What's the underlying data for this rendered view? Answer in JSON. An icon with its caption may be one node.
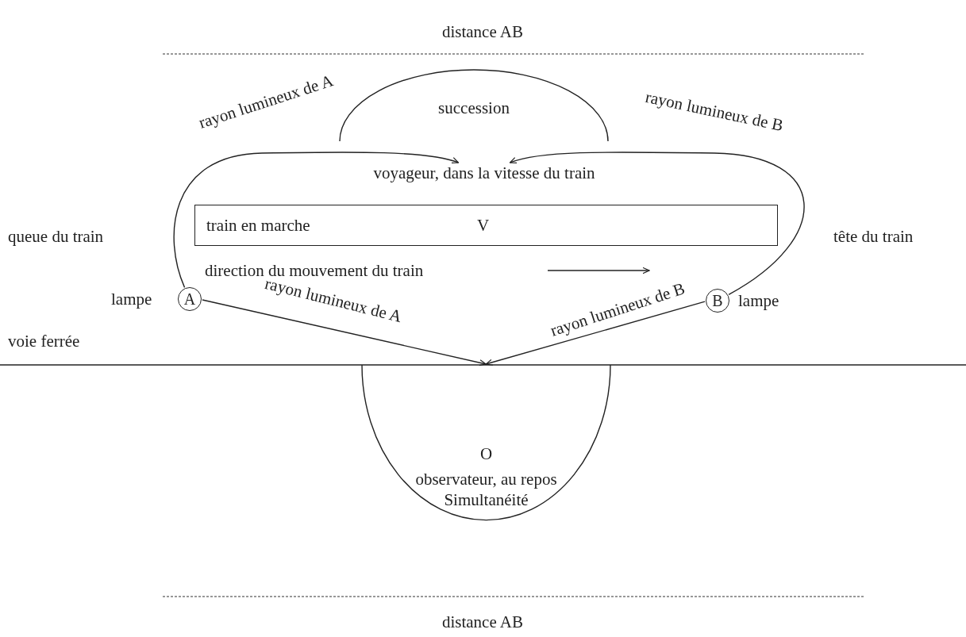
{
  "diagram": {
    "nodes": [
      {
        "text": [
          "A"
        ],
        "beside": [
          "lampe"
        ]
      },
      {
        "text": [
          "B"
        ],
        "beside": [
          "lampe"
        ]
      },
      {
        "text": [
          "voyageur, dans la vitesse du train"
        ]
      },
      {
        "text": [
          "O",
          "observateur, au repos",
          "Simultanéité"
        ]
      },
      {
        "text": [
          "succession"
        ]
      },
      {
        "text": [
          "train en marche",
          "V"
        ]
      }
    ],
    "edges": [
      {
        "from": 0,
        "to": 2,
        "arrow": "to",
        "label": "rayon lumineux de A"
      },
      {
        "from": 1,
        "to": 2,
        "arrow": "to",
        "label": "rayon lumineux de B"
      },
      {
        "from": 0,
        "to": 3,
        "arrow": "to",
        "label": "rayon lumineux de A"
      },
      {
        "from": 1,
        "to": 3,
        "arrow": "to",
        "label": "rayon lumineux de B"
      }
    ],
    "labels": [
      "distance AB",
      "queue du train",
      "tête du train",
      "direction du mouvement du train",
      "voie ferrée",
      "distance AB"
    ]
  }
}
